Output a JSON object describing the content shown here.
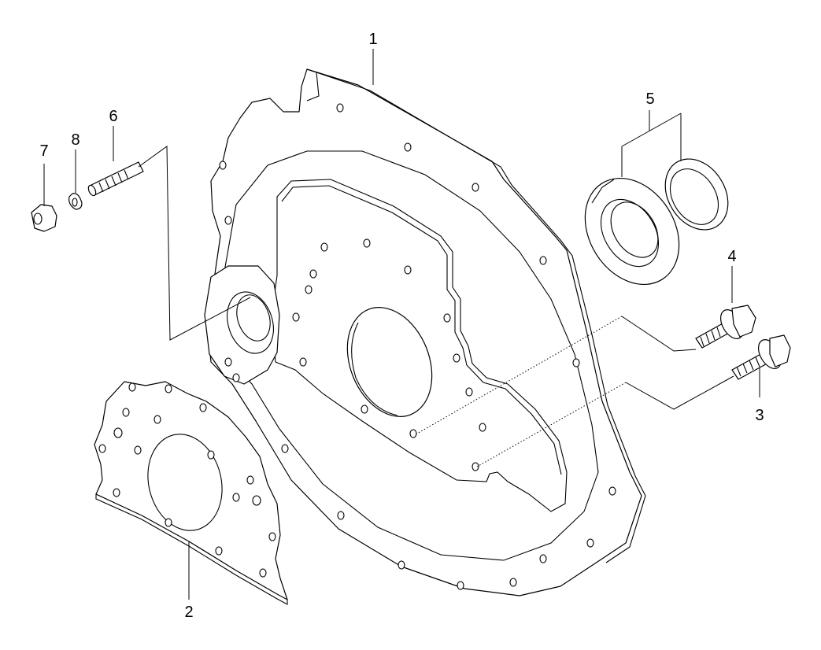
{
  "callouts": [
    {
      "id": "part-1",
      "text": "1"
    },
    {
      "id": "part-2",
      "text": "2"
    },
    {
      "id": "part-3",
      "text": "3"
    },
    {
      "id": "part-4",
      "text": "4"
    },
    {
      "id": "part-5",
      "text": "5"
    },
    {
      "id": "part-6",
      "text": "6"
    },
    {
      "id": "part-7",
      "text": "7"
    },
    {
      "id": "part-8",
      "text": "8"
    }
  ]
}
